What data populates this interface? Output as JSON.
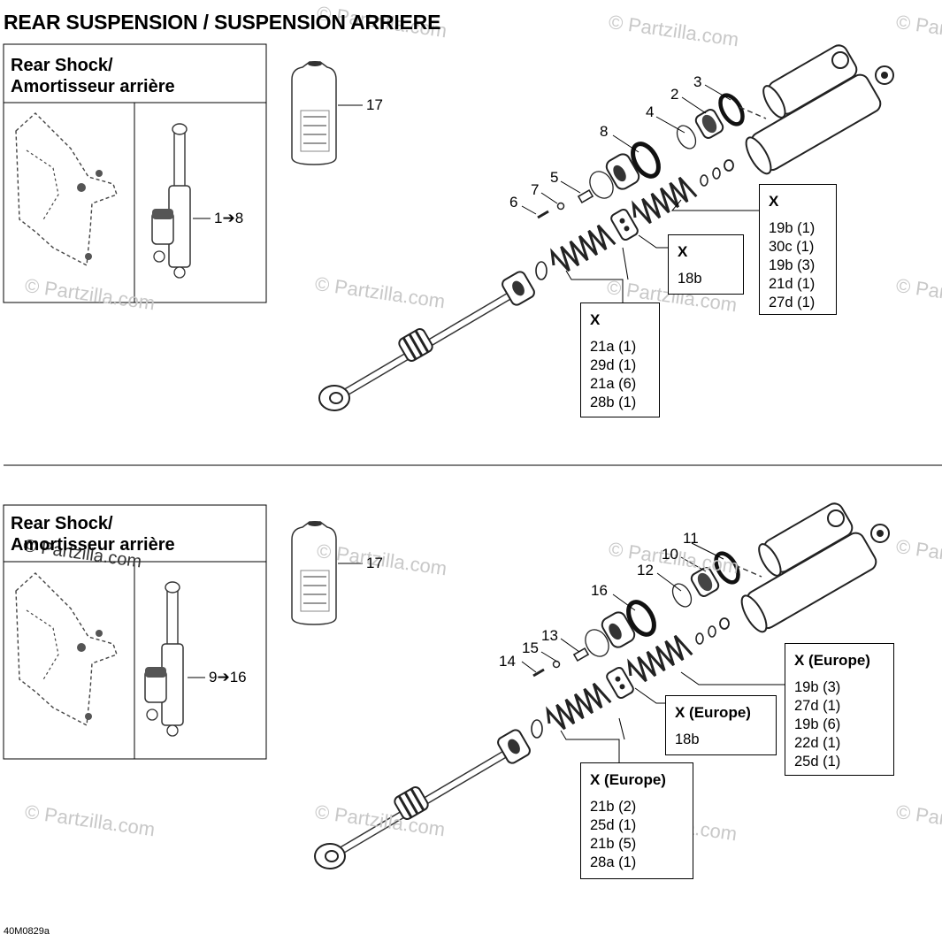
{
  "title": "REAR SUSPENSION / SUSPENSION ARRIERE",
  "drawing_code": "40M0829a",
  "watermark": "© Partzilla.com",
  "top": {
    "header": [
      "Rear Shock/",
      "Amortisseur arrière"
    ],
    "range_label": "1➔8",
    "callouts": {
      "n17": "17",
      "n3": "3",
      "n2": "2",
      "n4": "4",
      "n8": "8",
      "n5": "5",
      "n7": "7",
      "n6": "6"
    },
    "box_a": {
      "heading": "X",
      "lines": [
        "19b (1)",
        "30c (1)",
        "19b (3)",
        "21d (1)",
        "27d (1)"
      ]
    },
    "box_b": {
      "heading": "X",
      "lines": [
        "18b"
      ]
    },
    "box_c": {
      "heading": "X",
      "lines": [
        "21a (1)",
        "29d (1)",
        "21a (6)",
        "28b (1)"
      ]
    }
  },
  "bottom": {
    "header": [
      "Rear Shock/",
      "Amortisseur arrière"
    ],
    "range_label": "9➔16",
    "callouts": {
      "n17": "17",
      "n11": "11",
      "n10": "10",
      "n12": "12",
      "n16": "16",
      "n13": "13",
      "n15": "15",
      "n14": "14"
    },
    "box_a": {
      "heading": "X (Europe)",
      "lines": [
        "19b (3)",
        "27d (1)",
        "19b (6)",
        "22d (1)",
        "25d (1)"
      ]
    },
    "box_b": {
      "heading": "X (Europe)",
      "lines": [
        "18b"
      ]
    },
    "box_c": {
      "heading": "X (Europe)",
      "lines": [
        "21b (2)",
        "25d (1)",
        "21b (5)",
        "28a (1)"
      ]
    }
  }
}
